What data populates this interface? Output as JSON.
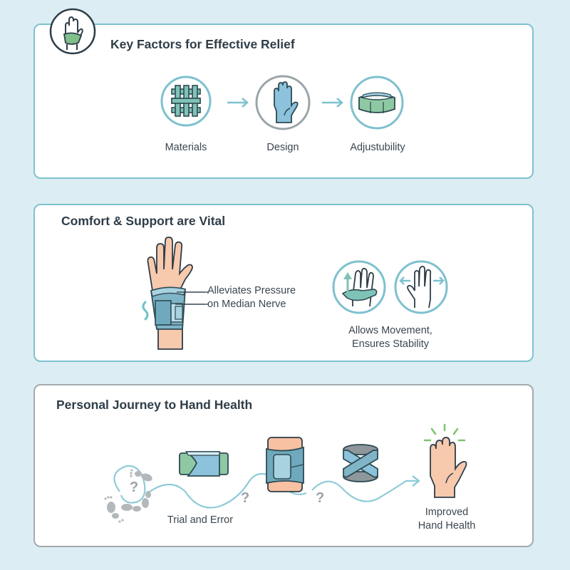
{
  "colors": {
    "background": "#dcEEF3",
    "panel_bg": "#ffffff",
    "teal_border": "#7ec1cf",
    "gray_border": "#a3aaad",
    "text": "#2f3d48",
    "skin": "#f7c9ad",
    "brace_blue": "#7fb5c7",
    "brace_green": "#8ec9a3",
    "spark_green": "#7cc46d"
  },
  "section1": {
    "title": "Key Factors for Effective Relief",
    "badge_icon": "hand-with-green-brace-icon",
    "factors": [
      {
        "label": "Materials",
        "icon": "woven-fabric-icon"
      },
      {
        "label": "Design",
        "icon": "blue-hand-icon"
      },
      {
        "label": "Adjustubility",
        "icon": "green-strap-band-icon"
      }
    ],
    "connector_icon": "arrow-right-icon"
  },
  "section2": {
    "title": "Comfort & Support are Vital",
    "main_icon": "wrist-brace-on-hand-icon",
    "callout_line1": "Alleviates Pressure",
    "callout_line2": "on Median Nerve",
    "benefit_icons": [
      "hand-movement-up-arrow-icon",
      "hand-stability-sideways-arrows-icon"
    ],
    "benefit_line1": "Allows Movement,",
    "benefit_line2": "Ensures Stability"
  },
  "section3": {
    "title": "Personal Journey to Hand Health",
    "start_label": "Trial and Error",
    "end_label_line1": "Improved",
    "end_label_line2": "Hand Health",
    "question_mark": "?",
    "steps": [
      {
        "icon": "footprints-icon"
      },
      {
        "icon": "flat-wrist-strap-icon"
      },
      {
        "icon": "sleeve-wrist-brace-icon"
      },
      {
        "icon": "crossed-wrap-band-icon"
      },
      {
        "icon": "healthy-hand-sparkle-icon"
      }
    ]
  }
}
